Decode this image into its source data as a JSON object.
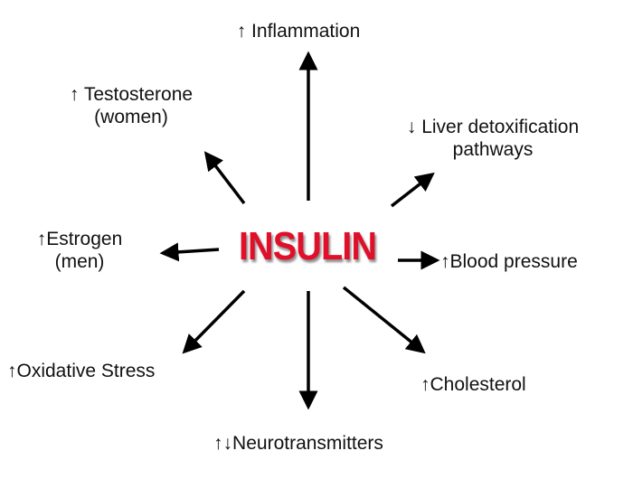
{
  "center": {
    "label": "INSULIN",
    "color": "#e0102a"
  },
  "effects": [
    {
      "id": "inflammation",
      "line1": "↑ Inflammation",
      "line2": ""
    },
    {
      "id": "testosterone",
      "line1": "↑ Testosterone",
      "line2": "(women)"
    },
    {
      "id": "liver",
      "line1": "↓ Liver detoxification",
      "line2": "pathways"
    },
    {
      "id": "estrogen",
      "line1": "↑Estrogen",
      "line2": "(men)"
    },
    {
      "id": "blood-pressure",
      "line1": "↑Blood pressure",
      "line2": ""
    },
    {
      "id": "oxidative-stress",
      "line1": "↑Oxidative Stress",
      "line2": ""
    },
    {
      "id": "cholesterol",
      "line1": "↑Cholesterol",
      "line2": ""
    },
    {
      "id": "neurotransmitters",
      "line1": "↑↓Neurotransmitters",
      "line2": ""
    }
  ]
}
